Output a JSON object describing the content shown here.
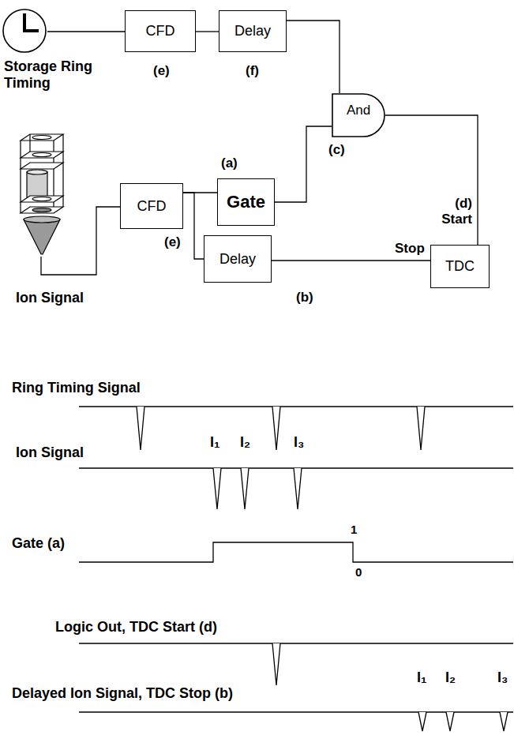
{
  "diagram": {
    "nodes": [
      {
        "text": [
          "Storage Ring Timing"
        ]
      },
      {
        "text": [
          "CFD",
          "(e)"
        ]
      },
      {
        "text": [
          "Delay",
          "(f)"
        ]
      },
      {
        "text": [
          "And",
          "(c)"
        ]
      },
      {
        "text": [
          "Ion Signal"
        ]
      },
      {
        "text": [
          "CFD",
          "(e)"
        ]
      },
      {
        "text": [
          "(a)",
          "Gate"
        ]
      },
      {
        "text": [
          "Delay",
          "(b)"
        ]
      },
      {
        "text": [
          "TDC"
        ]
      }
    ],
    "edges": [
      {
        "from": 0,
        "to": 1,
        "arrow": "none"
      },
      {
        "from": 1,
        "to": 2,
        "arrow": "none"
      },
      {
        "from": 2,
        "to": 3,
        "arrow": "none"
      },
      {
        "from": 6,
        "to": 3,
        "arrow": "none"
      },
      {
        "from": 4,
        "to": 5,
        "arrow": "none"
      },
      {
        "from": 5,
        "to": 6,
        "arrow": "none"
      },
      {
        "from": 5,
        "to": 7,
        "arrow": "none"
      },
      {
        "from": 7,
        "to": 8,
        "label": "Stop",
        "arrow": "none"
      },
      {
        "from": 3,
        "to": 8,
        "label": "(d) Start",
        "arrow": "none"
      }
    ],
    "labels": [
      "Ring Timing Signal",
      "Ion Signal",
      "I₁",
      "I₂",
      "I₃",
      "Gate (a)",
      "1",
      "0",
      "Logic Out, TDC Start (d)",
      "Delayed Ion Signal, TDC Stop (b)",
      "I₁",
      "I₂",
      "I₃"
    ]
  }
}
